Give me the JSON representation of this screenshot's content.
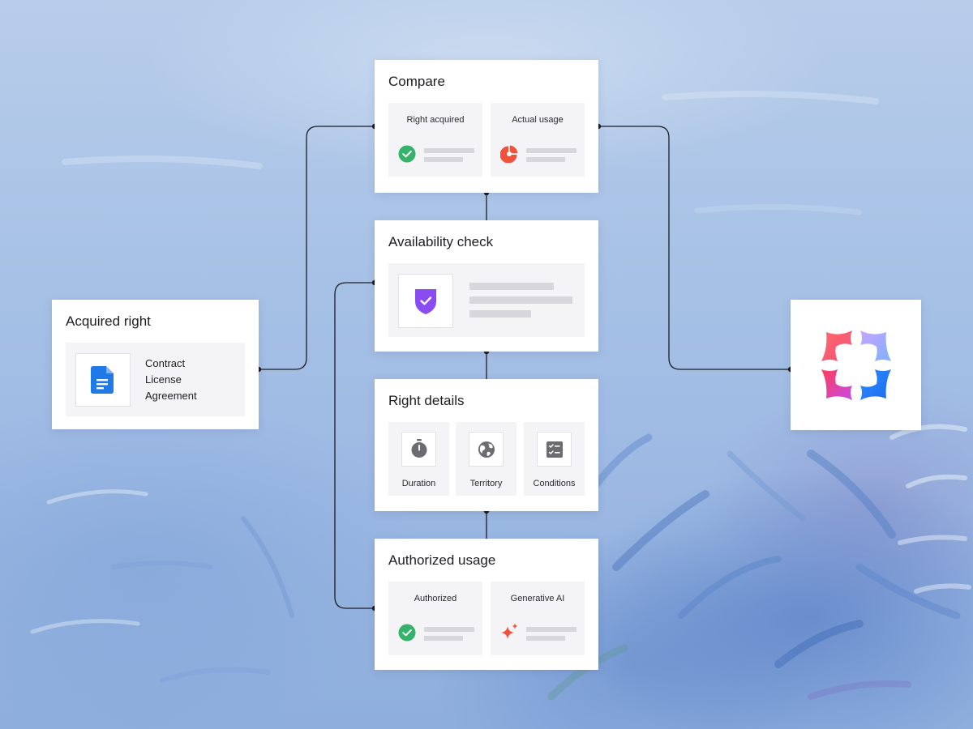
{
  "colors": {
    "check_green": "#35b36b",
    "pie_red": "#f0523a",
    "shield_purple": "#8a4cf0",
    "doc_blue": "#1f7ae8",
    "sparkle_red": "#f0523a",
    "icon_gray": "#6b6b70",
    "panel_bg": "#f4f3f5",
    "placeholder_bar": "#d7d6da",
    "connector": "#1d1d22"
  },
  "acquired_right": {
    "title": "Acquired right",
    "icon": "document-icon",
    "lines": [
      "Contract",
      "License",
      "Agreement"
    ]
  },
  "compare": {
    "title": "Compare",
    "left": {
      "label": "Right acquired",
      "icon": "check-circle-icon"
    },
    "right": {
      "label": "Actual usage",
      "icon": "pie-chart-icon"
    }
  },
  "availability": {
    "title": "Availability check",
    "icon": "shield-check-icon"
  },
  "right_details": {
    "title": "Right details",
    "items": [
      {
        "label": "Duration",
        "icon": "stopwatch-icon"
      },
      {
        "label": "Territory",
        "icon": "globe-icon"
      },
      {
        "label": "Conditions",
        "icon": "checklist-icon"
      }
    ]
  },
  "authorized_usage": {
    "title": "Authorized usage",
    "left": {
      "label": "Authorized",
      "icon": "check-circle-icon"
    },
    "right": {
      "label": "Generative AI",
      "icon": "sparkle-icon"
    }
  },
  "logo": {
    "icon": "brand-logo-icon"
  }
}
